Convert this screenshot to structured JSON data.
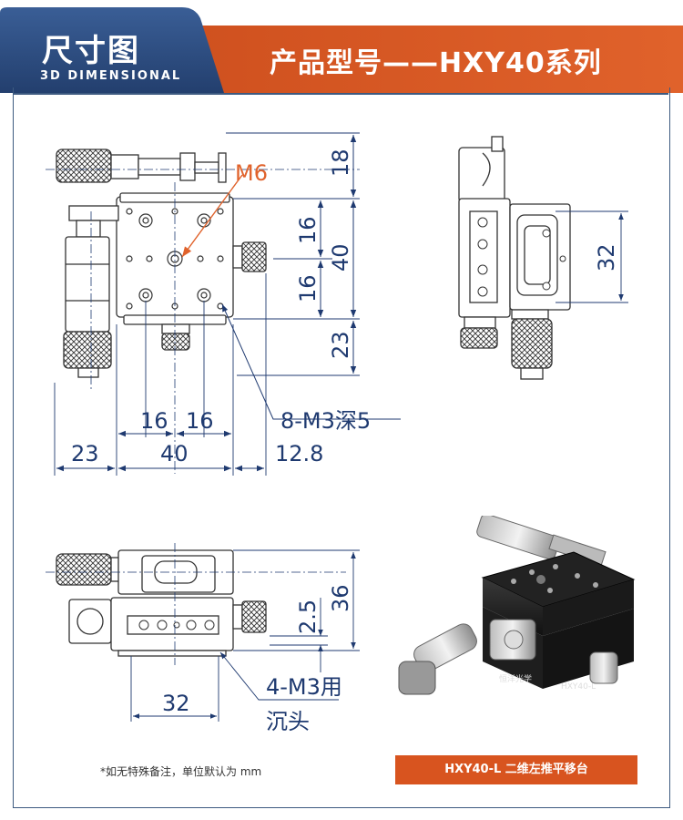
{
  "header": {
    "tag": "尺寸图",
    "tag_sub": "3D DIMENSIONAL",
    "title": "产品型号——HXY40系列"
  },
  "dims": {
    "m6": "M6",
    "d18": "18",
    "d16a": "16",
    "d40v": "40",
    "d16b": "16",
    "d23v": "23",
    "d32v": "32",
    "d16h1": "16",
    "d16h2": "16",
    "hole_note": "8-M3深5",
    "d23h": "23",
    "d40h": "40",
    "d12_8": "12.8",
    "d36": "36",
    "d2_5": "2.5",
    "d32h": "32",
    "cs_note_1": "4-M3用",
    "cs_note_2": "沉头"
  },
  "photo": {
    "label": "HXY40-L",
    "brand": "恒洋光学"
  },
  "note": "*如无特殊备注，单位默认为 mm",
  "caption": "HXY40-L   二维左推平移台",
  "colors": {
    "navy": "#2b4a7d",
    "orange": "#d8541f",
    "dim_blue": "#1f3a70",
    "line_gray": "#333333"
  }
}
